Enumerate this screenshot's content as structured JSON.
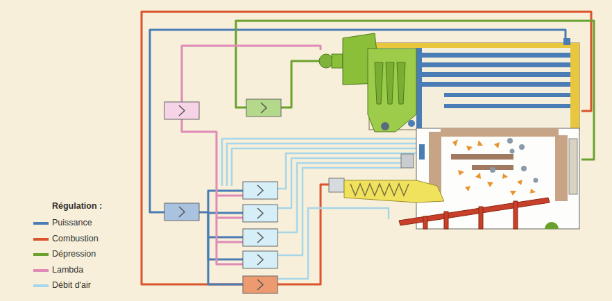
{
  "diagram": {
    "labels": [
      "Régulation :"
    ],
    "legend": [
      {
        "text": "Puissance",
        "color": "#4a7db5"
      },
      {
        "text": "Combustion",
        "color": "#d9532b"
      },
      {
        "text": "Dépression",
        "color": "#6aa12e"
      },
      {
        "text": "Lambda",
        "color": "#e08ab8"
      },
      {
        "text": "Débit d'air",
        "color": "#a6d6ea"
      }
    ]
  }
}
